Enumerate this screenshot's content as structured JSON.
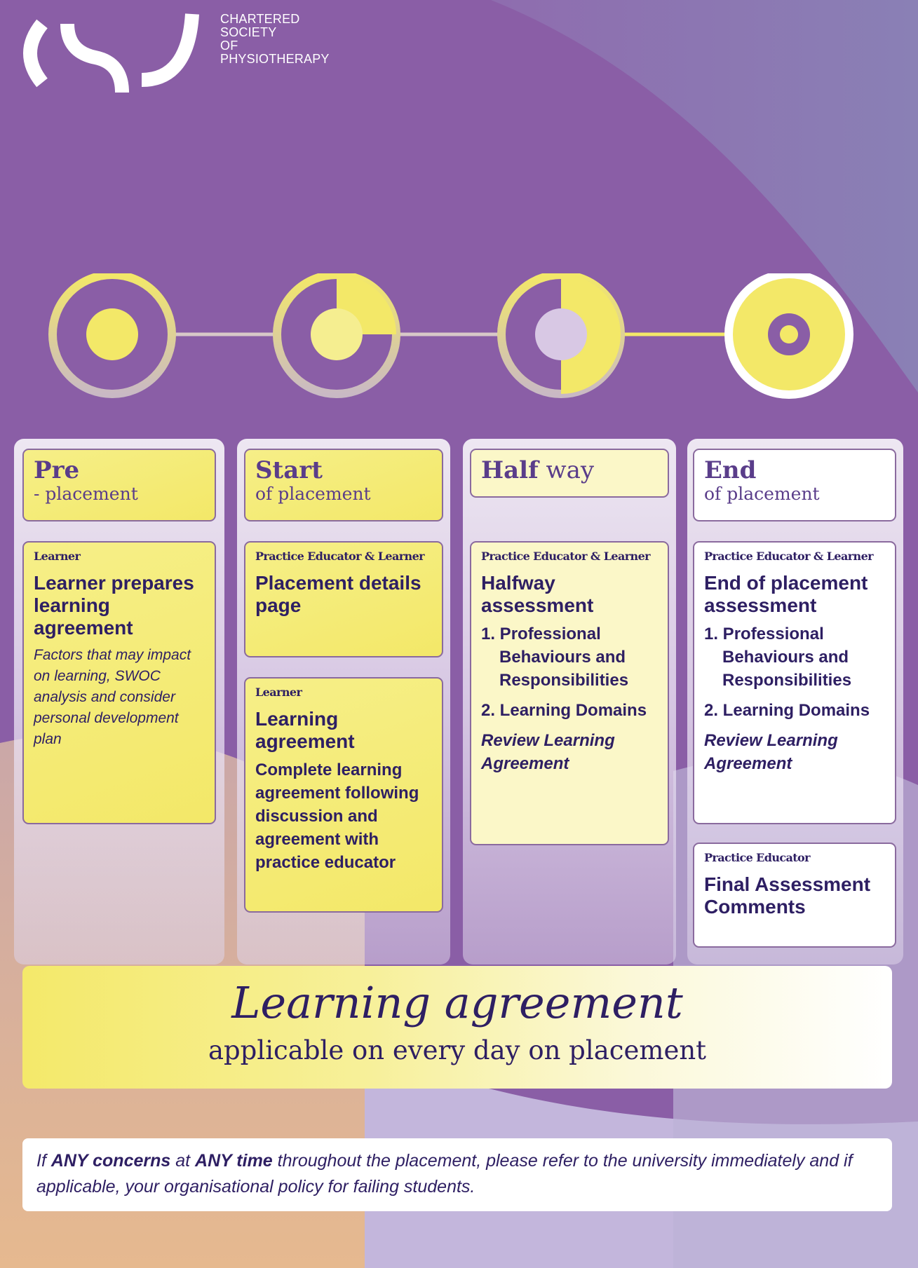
{
  "logo": {
    "name_lines": [
      "CHARTERED",
      "SOCIETY",
      "OF",
      "PHYSIOTHERAPY"
    ]
  },
  "colors": {
    "purple_bg": "#8a64a8",
    "yellow": "#f3e868",
    "navy_text": "#2e1f63",
    "stage_title": "#5a3d8a"
  },
  "timeline": {
    "stages": [
      {
        "icon": "outer-ring-with-yellow-dot-icon"
      },
      {
        "icon": "quarter-filled-ring-icon"
      },
      {
        "icon": "half-filled-ring-icon"
      },
      {
        "icon": "full-target-ring-icon"
      }
    ]
  },
  "columns": [
    {
      "title_bold": "Pre",
      "title_rest": "",
      "subtitle": "- placement",
      "cards": [
        {
          "role": "Learner",
          "heading": "Learner prepares learning agreement",
          "text": "Factors that may impact on learning, SWOC analysis and consider personal development plan"
        }
      ]
    },
    {
      "title_bold": "Start",
      "title_rest": "",
      "subtitle": "of placement",
      "cards": [
        {
          "role": "Practice Educator & Learner",
          "heading": "Placement details page"
        },
        {
          "role": "Learner",
          "heading": "Learning agreement",
          "text": "Complete learning agreement following discussion and agreement with practice educator"
        }
      ]
    },
    {
      "title_bold": "Half",
      "title_rest": " way",
      "subtitle": "",
      "cards": [
        {
          "role": "Practice Educator & Learner",
          "heading": "Halfway assessment",
          "items": [
            "1. Professional Behaviours and Responsibilities",
            "2. Learning Domains"
          ],
          "review": "Review Learning Agreement"
        }
      ]
    },
    {
      "title_bold": "End",
      "title_rest": "",
      "subtitle": "of placement",
      "cards": [
        {
          "role": "Practice Educator & Learner",
          "heading": "End of placement assessment",
          "items": [
            "1. Professional Behaviours and Responsibilities",
            "2. Learning Domains"
          ],
          "review": "Review Learning Agreement"
        },
        {
          "role": "Practice Educator",
          "heading": "Final Assessment Comments"
        }
      ]
    }
  ],
  "banner": {
    "title": "Learning agreement",
    "subtitle": "applicable on every day on placement"
  },
  "note": {
    "part1": "If ",
    "bold1": "ANY concerns",
    "part2": " at ",
    "bold2": "ANY time",
    "part3": " throughout the placement, please refer to the university immediately and if applicable, your organisational policy for failing students."
  }
}
